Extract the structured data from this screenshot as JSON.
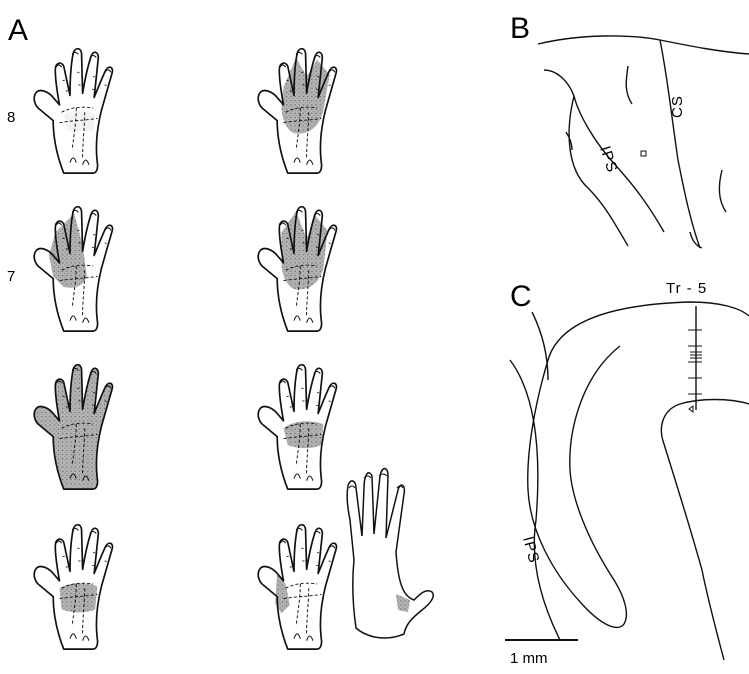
{
  "panels": {
    "a": {
      "label": "A",
      "row_labels": [
        "8",
        "7"
      ]
    },
    "b": {
      "label": "B",
      "sulci": [
        "IPS",
        "CS"
      ]
    },
    "c": {
      "label": "C",
      "track": "Tr - 5",
      "sulcus": "IPS",
      "scale_bar": "1 mm"
    }
  },
  "colors": {
    "ink": "#111111",
    "receptive_field": "#a6a6a6"
  }
}
